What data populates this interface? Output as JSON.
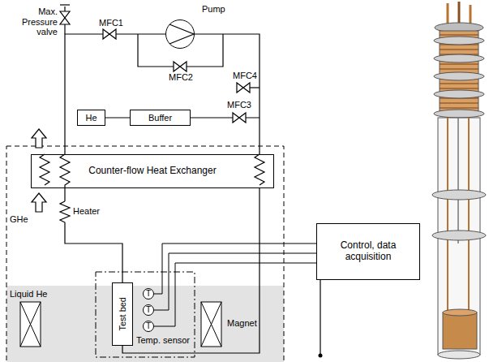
{
  "diagram": {
    "nodes": [
      {
        "text": [
          "Pump"
        ]
      },
      {
        "text": [
          "He"
        ]
      },
      {
        "text": [
          "Buffer"
        ]
      },
      {
        "text": [
          "Counter-flow Heat Exchanger"
        ]
      },
      {
        "text": [
          "Test bed"
        ]
      },
      {
        "text": [
          "T"
        ]
      },
      {
        "text": [
          "T"
        ]
      },
      {
        "text": [
          "T"
        ]
      },
      {
        "text": [
          "Control, data acquisition"
        ]
      }
    ],
    "edges": [
      {
        "from": 1,
        "to": 2,
        "arrow": "none"
      },
      {
        "from": 5,
        "to": 8,
        "arrow": "none"
      },
      {
        "from": 6,
        "to": 8,
        "arrow": "none"
      },
      {
        "from": 7,
        "to": 8,
        "arrow": "none"
      }
    ],
    "labels": [
      "Max. Pressure valve",
      "MFC1",
      "MFC2",
      "MFC4",
      "MFC3",
      "GHe",
      "Heater",
      "Liquid He",
      "Temp. sensor",
      "Magnet"
    ]
  }
}
